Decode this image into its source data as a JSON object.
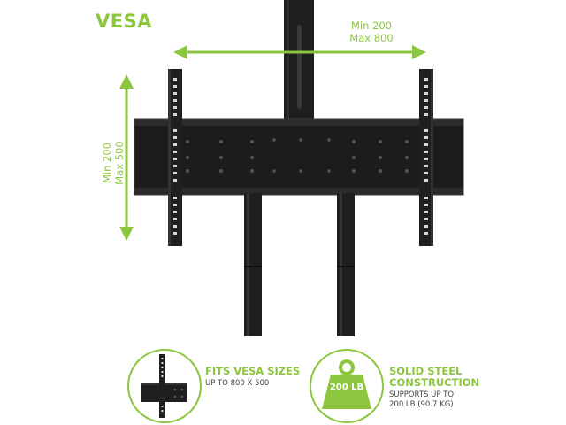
{
  "colors": {
    "accent": "#8cc63f",
    "mount": "#1f1f1f",
    "mount_edge": "#3a3a3a",
    "text_dark": "#444444"
  },
  "header": {
    "title": "VESA"
  },
  "dimensions": {
    "horizontal": {
      "min": "Min 200",
      "max": "Max 800"
    },
    "vertical": {
      "min": "Min 200",
      "max": "Max 500"
    }
  },
  "features": [
    {
      "icon": "vesa-bracket-icon",
      "title": "FITS VESA SIZES",
      "description": "UP TO 800 X 500"
    },
    {
      "icon": "weight-icon",
      "icon_text": "200 LB",
      "title_line1": "SOLID STEEL",
      "title_line2": "CONSTRUCTION",
      "description_line1": "SUPPORTS UP TO",
      "description_line2": "200 LB (90.7 KG)"
    }
  ]
}
